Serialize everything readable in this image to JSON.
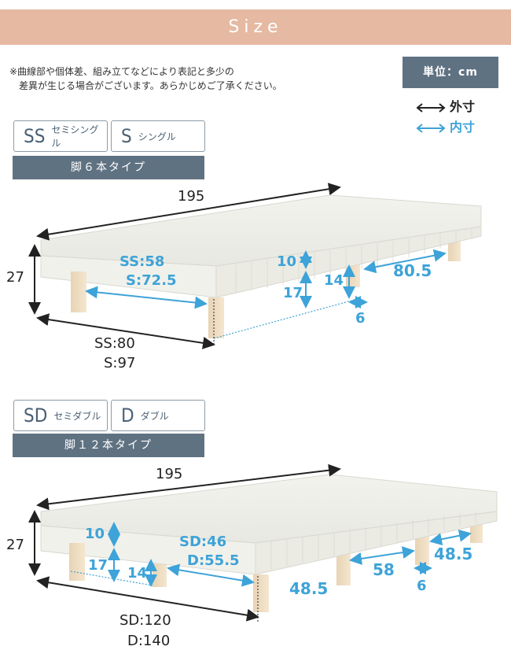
{
  "header": {
    "title": "Size"
  },
  "note": {
    "line1": "※曲線部や個体差、組み立てなどにより表記と多少の",
    "line2": "差異が生じる場合がございます。あらかじめご了承ください。"
  },
  "unit": "単位：cm",
  "legend": {
    "outer": "外寸",
    "inner": "内寸"
  },
  "colors": {
    "header": "#e5b9a2",
    "band": "#5f7282",
    "inner": "#3da3d8"
  },
  "single": {
    "tags": [
      {
        "code": "SS",
        "label": "セミシングル"
      },
      {
        "code": "S",
        "label": "シングル"
      }
    ],
    "type": "脚６本タイプ",
    "length": "195",
    "height": "27",
    "width_ss": "SS:80",
    "width_s": "S:97",
    "inner_ss": "SS:58",
    "inner_s": "S:72.5",
    "mattress": "10",
    "leg_clear": "17",
    "leg_height": "14",
    "leg_span": "80.5",
    "leg_size": "6"
  },
  "double": {
    "tags": [
      {
        "code": "SD",
        "label": "セミダブル"
      },
      {
        "code": "D",
        "label": "ダブル"
      }
    ],
    "type": "脚１２本タイプ",
    "length": "195",
    "height": "27",
    "width_sd": "SD:120",
    "width_d": "D:140",
    "inner_sd": "SD:46",
    "inner_d": "D:55.5",
    "mattress": "10",
    "leg_clear": "17",
    "leg_height": "14",
    "leg_span1": "48.5",
    "leg_span2": "58",
    "leg_span3": "48.5",
    "leg_size": "6"
  }
}
